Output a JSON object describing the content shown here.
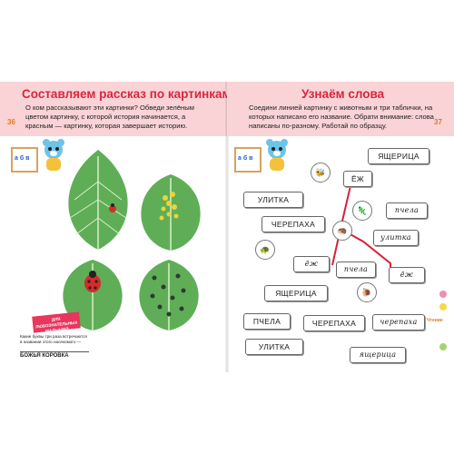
{
  "left_page": {
    "title": "Составляем рассказ по картинкам",
    "instructions": "О ком рассказывают эти картинки? Обведи зелёным цветом картинку, с которой история начинается, а красным — картинку, которая завершает историю.",
    "page_number": "36",
    "easel_text": "а б в",
    "hint": {
      "tag": "ДЛЯ ЛЮБОЗНАТЕЛЬНЫХ МАЛЫШЕЙ",
      "text": "Какие буквы три раза встречаются в названии этого насекомого —",
      "answer": "БОЖЬЯ КОРОВКА"
    }
  },
  "right_page": {
    "title": "Узнаём слова",
    "instructions": "Соедини линией картинку с животным и три таблички, на которых написано его название. Обрати внимание: слова написаны по-разному. Работай по образцу.",
    "page_number": "37",
    "side_label": "Чтение",
    "easel_text": "а б в",
    "cards": {
      "yashcheritsa_top": "ЯЩЕРИЦА",
      "ezh_top": "ЁЖ",
      "ulitka_upper": "УЛИТКА",
      "pchela_italic": "пчела",
      "cherepakha_upper": "ЧЕРЕПАХА",
      "ulitka_italic": "улитка",
      "ezh_italic_left": "ёж",
      "pchela_lower": "пчела",
      "ezh_italic_right": "ёж",
      "yashcheritsa_mid": "ЯЩЕРИЦА",
      "pchela_upper": "ПЧЕЛА",
      "cherepakha_mid": "ЧЕРЕПАХА",
      "cherepakha_italic": "черепаха",
      "ulitka_bottom": "УЛИТКА",
      "yashcheritsa_italic": "ящерица"
    },
    "circles": {
      "bee": "🐝",
      "hedgehog": "🦔",
      "turtle": "🐢",
      "snail": "🐌",
      "lizard": "🦎"
    }
  },
  "colors": {
    "banner": "#f9d3d6",
    "title": "#d7263d",
    "connector": "#d91f3a",
    "leaf": "#5fae57",
    "dot_pink": "#f08fb0",
    "dot_yellow": "#f4d94c",
    "dot_green": "#a4d46a"
  }
}
